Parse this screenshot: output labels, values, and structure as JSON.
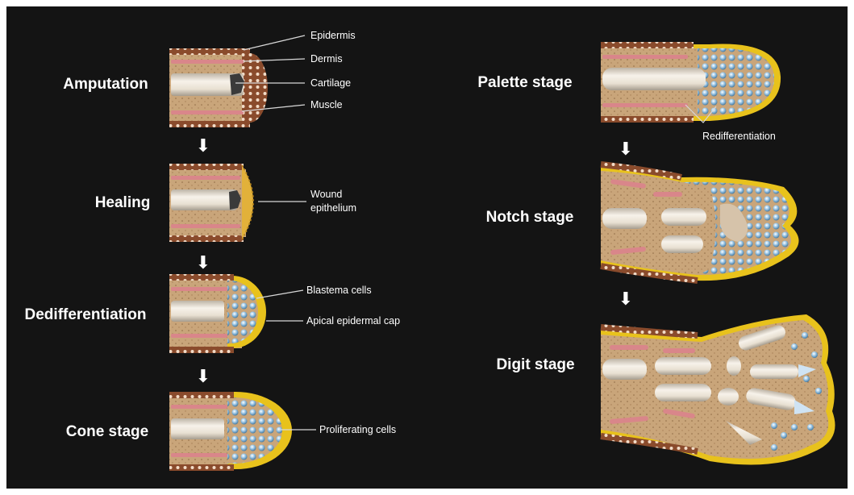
{
  "colors": {
    "background": "#141414",
    "skin_stripe": "#8a4b2c",
    "tissue": "#c9a57a",
    "muscle": "#d9868a",
    "bone": "#efe8dc",
    "wound_epithelium": "#e2b13a",
    "apical_cap": "#e8c21c",
    "cells": "#7fb3d9"
  },
  "left_column": {
    "stages": [
      {
        "label": "Amputation"
      },
      {
        "label": "Healing"
      },
      {
        "label": "Dedifferentiation"
      },
      {
        "label": "Cone stage"
      }
    ],
    "annotations": {
      "epidermis": "Epidermis",
      "dermis": "Dermis",
      "cartilage": "Cartilage",
      "muscle": "Muscle",
      "wound_epithelium_line1": "Wound",
      "wound_epithelium_line2": "epithelium",
      "blastema_cells": "Blastema cells",
      "apical_epidermal_cap": "Apical epidermal cap",
      "proliferating_cells": "Proliferating cells"
    }
  },
  "right_column": {
    "stages": [
      {
        "label": "Palette stage"
      },
      {
        "label": "Notch stage"
      },
      {
        "label": "Digit stage"
      }
    ],
    "annotations": {
      "redifferentiation": "Redifferentiation"
    }
  },
  "arrow_glyph": "⬇"
}
